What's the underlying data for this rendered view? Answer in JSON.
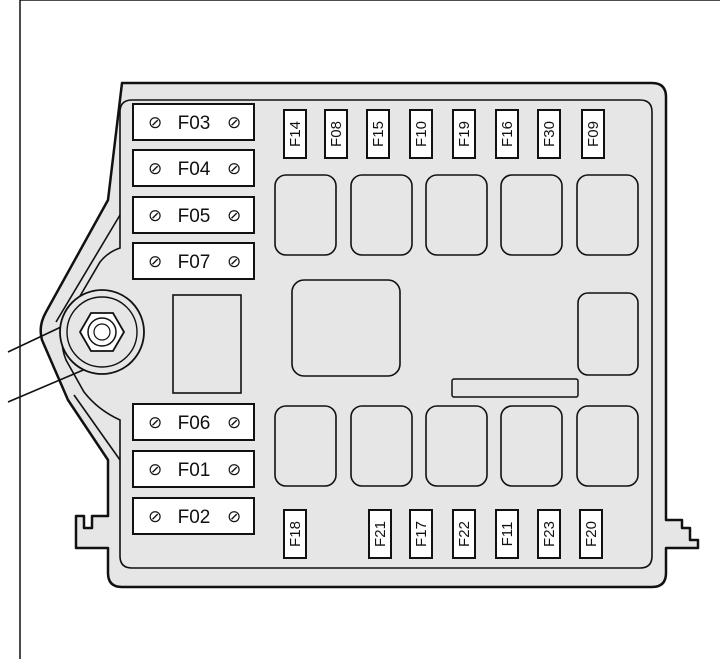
{
  "maxi_fuses_top": [
    {
      "label": "F03"
    },
    {
      "label": "F04"
    },
    {
      "label": "F05"
    },
    {
      "label": "F07"
    }
  ],
  "maxi_fuses_bottom": [
    {
      "label": "F06"
    },
    {
      "label": "F01"
    },
    {
      "label": "F02"
    }
  ],
  "mini_fuses_top": [
    {
      "label": "F14"
    },
    {
      "label": "F08"
    },
    {
      "label": "F15"
    },
    {
      "label": "F10"
    },
    {
      "label": "F19"
    },
    {
      "label": "F16"
    },
    {
      "label": "F30"
    },
    {
      "label": "F09"
    }
  ],
  "mini_fuses_bottom": [
    {
      "label": "F18"
    },
    {
      "label": "F21"
    },
    {
      "label": "F17"
    },
    {
      "label": "F22"
    },
    {
      "label": "F11"
    },
    {
      "label": "F23"
    },
    {
      "label": "F20"
    }
  ],
  "screw_glyph": "⊘",
  "colors": {
    "housing_fill": "#e6e6e6",
    "outline": "#111111",
    "fuse_fill": "#ffffff"
  }
}
